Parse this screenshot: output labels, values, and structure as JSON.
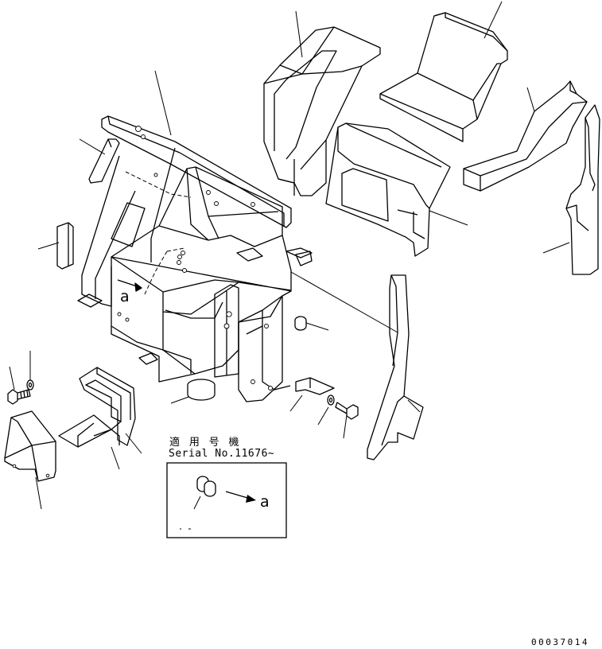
{
  "inset": {
    "applicable_label": "適 用 号 機",
    "serial_label": "Serial No.11676~",
    "reference_mark": "a"
  },
  "main_reference_mark": "a",
  "drawing_number": "00037014",
  "colors": {
    "line": "#000000",
    "background": "#ffffff"
  }
}
